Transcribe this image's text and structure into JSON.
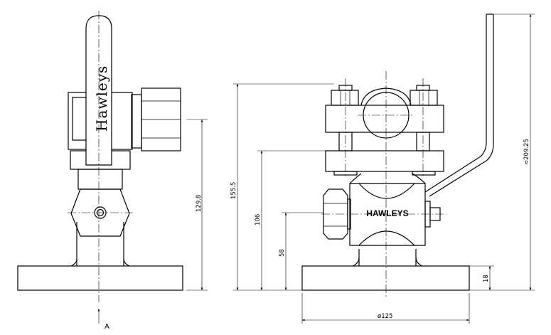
{
  "side_view": {
    "handle_text": "Hawleys",
    "dim_height": "129.8",
    "view_label": "A"
  },
  "front_view": {
    "nameplate": "HAWLEYS",
    "dim_total": "155.5",
    "dim_mid": "106",
    "dim_low": "58",
    "dim_base": "18",
    "dim_handle": "≈209.25",
    "dim_diameter": "ø125"
  }
}
